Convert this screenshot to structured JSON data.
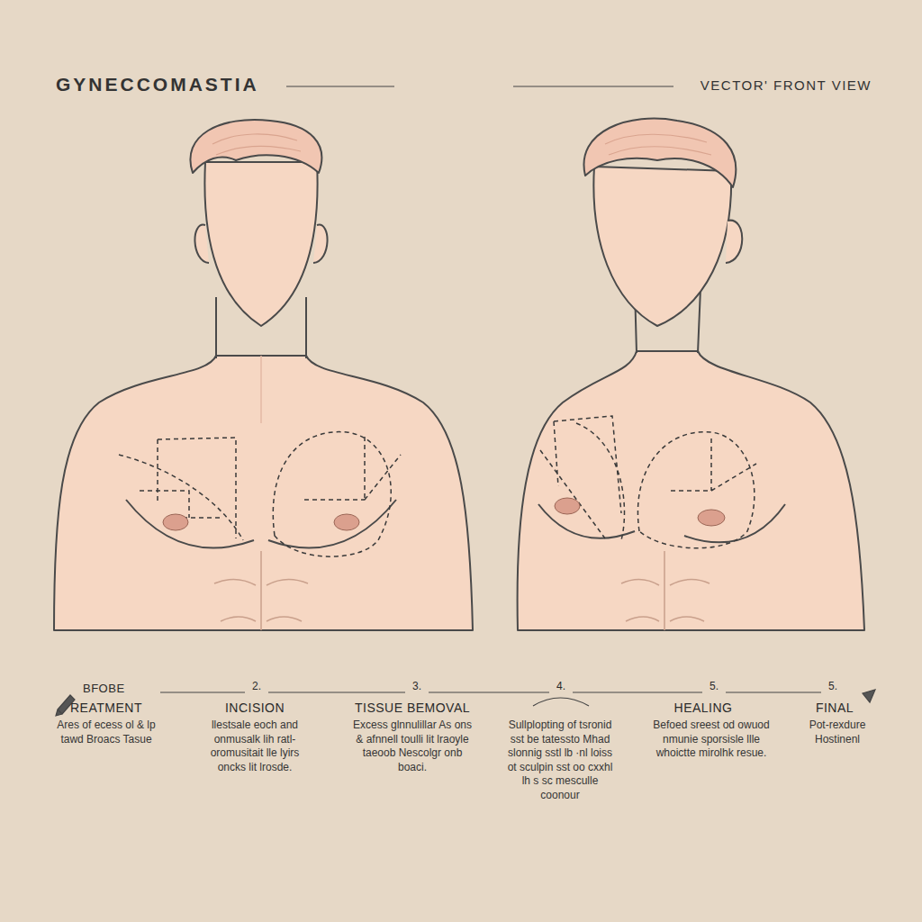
{
  "diagram": {
    "title": "GYNECCOMASTIA",
    "labels": [
      "BFOBE",
      "REATMENT",
      "Ares of ecess ol & lp tawd Broacs Tasue",
      "2.",
      "INCISION",
      "llestsale eoch and onmusalk lih ratl- oromusitait lle lyirs oncks lit lrosde.",
      "3.",
      "TISSUE BEMOVAL",
      "Excess glnnulillar As ons & afnnell toulli lit lraoyle taeoob Nescolgr onb boaci.",
      "4.",
      "Sullplopting of tsronid sst be tatessto Mhad slonnig sstl lb ·nl loiss ot sculpin sst oo cxxhl lh s sc mesculle coonour",
      "5.",
      "HEALING",
      "Befoed sreest od owuod nmunie sporsisle llle whoictte mirolhk resue.",
      "5.",
      "FINAL",
      "Pot-rexdure Hostinenl",
      "VECTOR' FRONT VIEW"
    ]
  }
}
